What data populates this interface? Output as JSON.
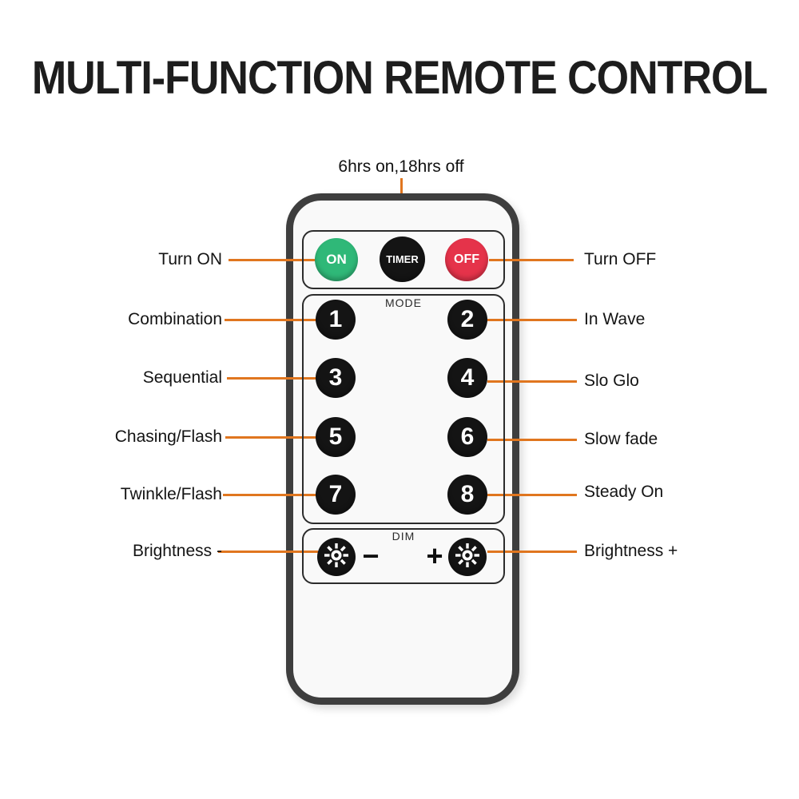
{
  "title": "MULTI-FUNCTION REMOTE CONTROL",
  "timer_callout": "6hrs on,18hrs off",
  "remote": {
    "power": {
      "on": "ON",
      "timer": "TIMER",
      "off": "OFF"
    },
    "mode_label": "MODE",
    "mode_buttons": [
      "1",
      "2",
      "3",
      "4",
      "5",
      "6",
      "7",
      "8"
    ],
    "dim": {
      "label": "DIM",
      "minus": "−",
      "plus": "+"
    }
  },
  "callouts": {
    "left": [
      "Turn ON",
      "Combination",
      "Sequential",
      "Chasing/Flash",
      "Twinkle/Flash",
      "Brightness -"
    ],
    "right": [
      "Turn OFF",
      "In Wave",
      "Slo Glo",
      "Slow fade",
      "Steady On",
      "Brightness +"
    ]
  },
  "colors": {
    "accent": "#e0761f",
    "green": "#2fb878",
    "red": "#e5334a",
    "dark": "#141414"
  }
}
